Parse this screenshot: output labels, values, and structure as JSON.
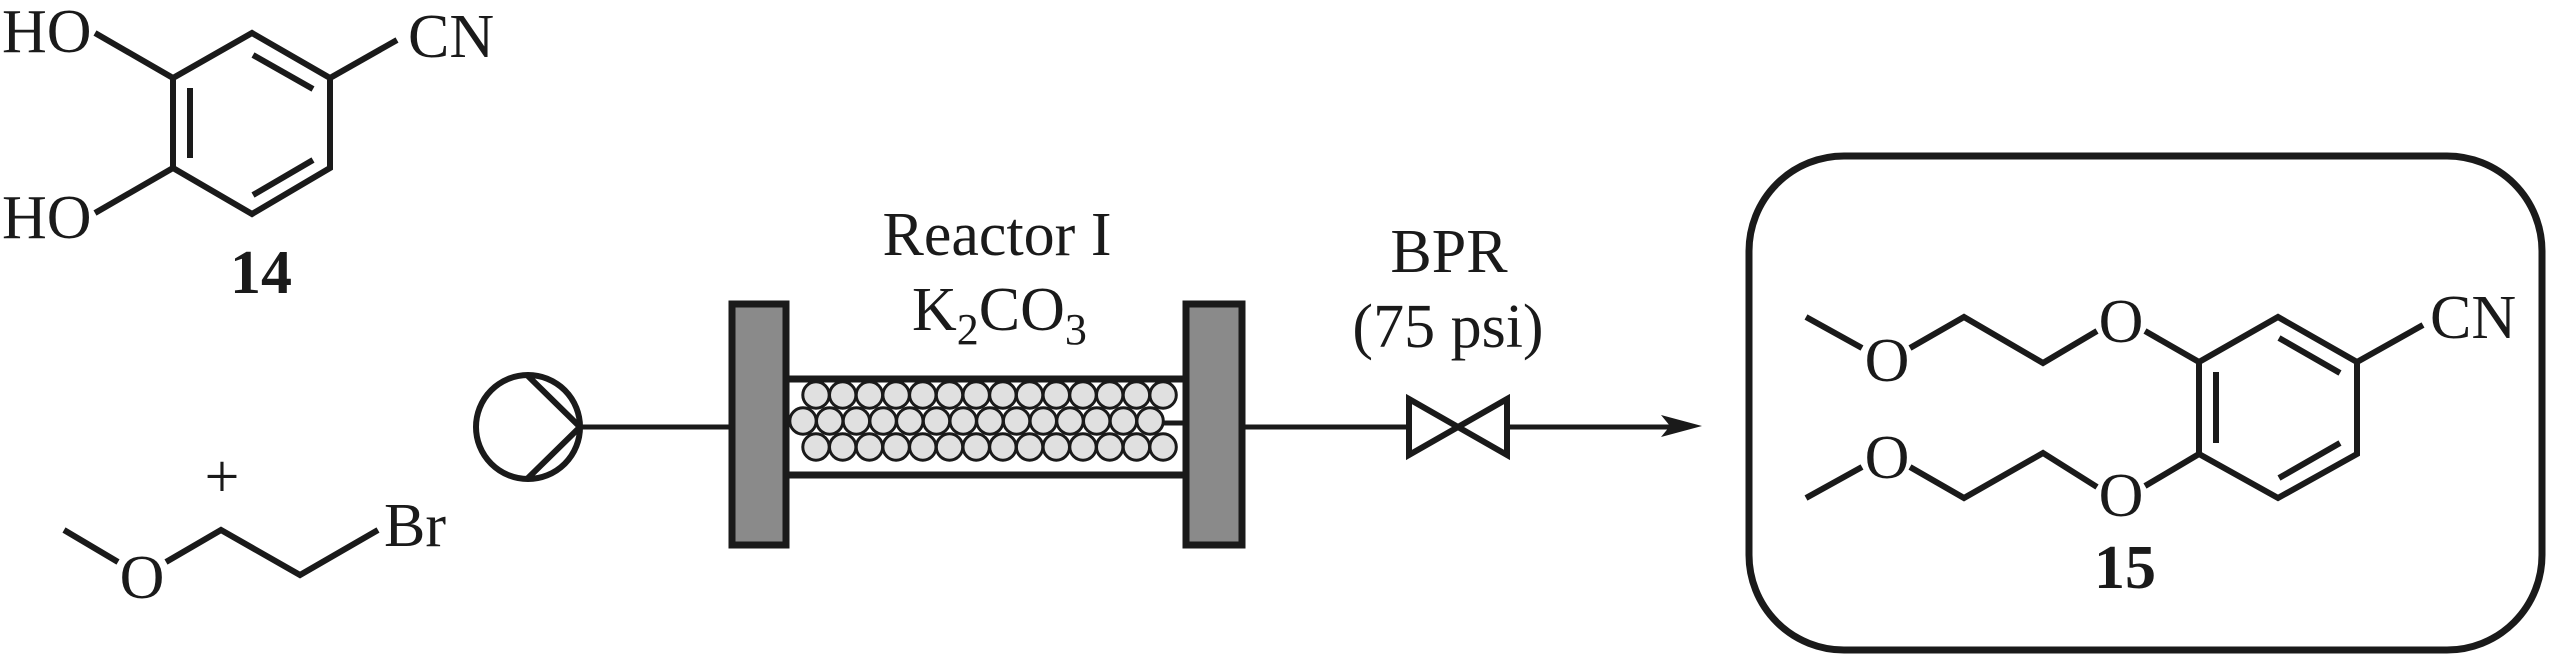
{
  "scheme": {
    "title": "Continuous-flow O-alkylation of 3,4-dihydroxybenzonitrile",
    "reactants": {
      "compound_14": {
        "label": "14",
        "substituents": {
          "hydroxyl_top": "HO",
          "hydroxyl_bottom": "HO",
          "nitrile": "CN"
        }
      },
      "plus_sign": "+",
      "alkyl_bromide": {
        "oxygen": "O",
        "halogen": "Br"
      }
    },
    "equipment": {
      "pump": {
        "name": "pump"
      },
      "reactor": {
        "title": "Reactor I",
        "reagent_main": "K",
        "reagent_sub1": "2",
        "reagent_mid": "CO",
        "reagent_sub2": "3",
        "packed_bed_rows": 3,
        "beads_per_row": 14
      },
      "bpr": {
        "title": "BPR",
        "pressure": "(75 psi)"
      }
    },
    "product": {
      "compound_15": {
        "label": "15",
        "ether_oxygen_upper": "O",
        "ether_oxygen_lower": "O",
        "methoxy_oxygen_upper": "O",
        "methoxy_oxygen_lower": "O",
        "nitrile": "CN"
      }
    }
  }
}
